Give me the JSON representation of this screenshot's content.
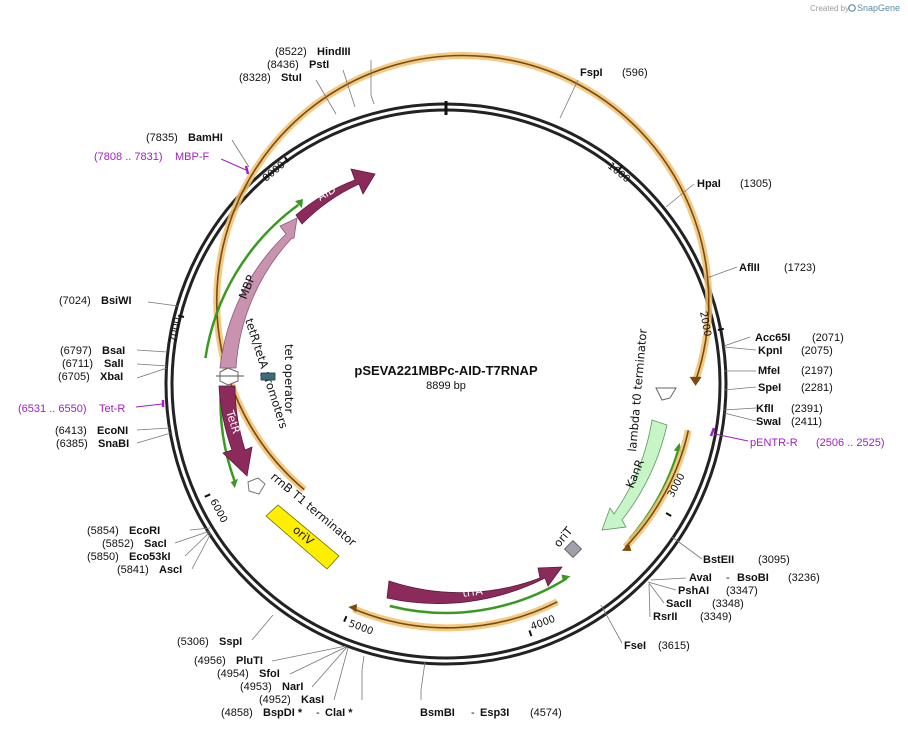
{
  "credit": {
    "prefix": "Created by",
    "brand": "SnapGene"
  },
  "plasmid": {
    "name": "pSEVA221MBPc-AID-T7RNAP",
    "length": "8899 bp",
    "total": 8899
  },
  "ticks": [
    1000,
    2000,
    3000,
    4000,
    5000,
    6000,
    7000,
    8000
  ],
  "sites": [
    {
      "name": "HindIII",
      "pos": "(8522)"
    },
    {
      "name": "PstI",
      "pos": "(8436)"
    },
    {
      "name": "StuI",
      "pos": "(8328)"
    },
    {
      "name": "BamHI",
      "pos": "(7835)"
    },
    {
      "name": "BsiWI",
      "pos": "(7024)"
    },
    {
      "name": "BsaI",
      "pos": "(6797)"
    },
    {
      "name": "SalI",
      "pos": "(6711)"
    },
    {
      "name": "XbaI",
      "pos": "(6705)"
    },
    {
      "name": "EcoNI",
      "pos": "(6413)"
    },
    {
      "name": "SnaBI",
      "pos": "(6385)"
    },
    {
      "name": "EcoRI",
      "pos": "(5854)"
    },
    {
      "name": "SacI",
      "pos": "(5852)"
    },
    {
      "name": "Eco53kI",
      "pos": "(5850)"
    },
    {
      "name": "AscI",
      "pos": "(5841)"
    },
    {
      "name": "SspI",
      "pos": "(5306)"
    },
    {
      "name": "PluTI",
      "pos": "(4956)"
    },
    {
      "name": "SfoI",
      "pos": "(4954)"
    },
    {
      "name": "NarI",
      "pos": "(4953)"
    },
    {
      "name": "KasI",
      "pos": "(4952)"
    },
    {
      "name": "BspDI *",
      "name2": "ClaI *",
      "pos": "(4858)"
    },
    {
      "name": "BsmBI",
      "name2": "Esp3I",
      "pos": "(4574)"
    },
    {
      "name": "FseI",
      "pos": "(3615)"
    },
    {
      "name": "RsrII",
      "pos": "(3349)"
    },
    {
      "name": "SacII",
      "pos": "(3348)"
    },
    {
      "name": "PshAI",
      "pos": "(3347)"
    },
    {
      "name": "AvaI",
      "name2": "BsoBI",
      "pos": "(3236)"
    },
    {
      "name": "BstEII",
      "pos": "(3095)"
    },
    {
      "name": "SwaI",
      "pos": "(2411)"
    },
    {
      "name": "KflI",
      "pos": "(2391)"
    },
    {
      "name": "SpeI",
      "pos": "(2281)"
    },
    {
      "name": "MfeI",
      "pos": "(2197)"
    },
    {
      "name": "KpnI",
      "pos": "(2075)"
    },
    {
      "name": "Acc65I",
      "pos": "(2071)"
    },
    {
      "name": "AflII",
      "pos": "(1723)"
    },
    {
      "name": "HpaI",
      "pos": "(1305)"
    },
    {
      "name": "FspI",
      "pos": "(596)"
    }
  ],
  "primers": [
    {
      "name": "MBP-F",
      "pos": "(7808 .. 7831)"
    },
    {
      "name": "Tet-R",
      "pos": "(6531 .. 6550)"
    },
    {
      "name": "pENTR-R",
      "pos": "(2506 .. 2525)"
    }
  ],
  "features": {
    "aid": "AID",
    "mbp": "MBP",
    "tetr": "TetR",
    "promoters": "tetR/tetA promoters",
    "operator": "tet operator",
    "rrnb": "rrnB T1 terminator",
    "oriv": "oriV",
    "trfa": "trfA",
    "orit": "oriT",
    "kanr": "KanR",
    "lambda": "lambda t0 terminator"
  },
  "colors": {
    "backbone": "#222222",
    "orf_orange": "#f0c070",
    "orf_line": "#7a4b0a",
    "primer_green": "#3a9a20",
    "aid": "#8c2a5c",
    "mbp": "#c993b0",
    "tetr": "#8c2a5c",
    "trfa": "#8c2a5c",
    "oriv": "#ffee00",
    "kanr": "#c8f5c8",
    "primer_label": "#a020c0"
  }
}
